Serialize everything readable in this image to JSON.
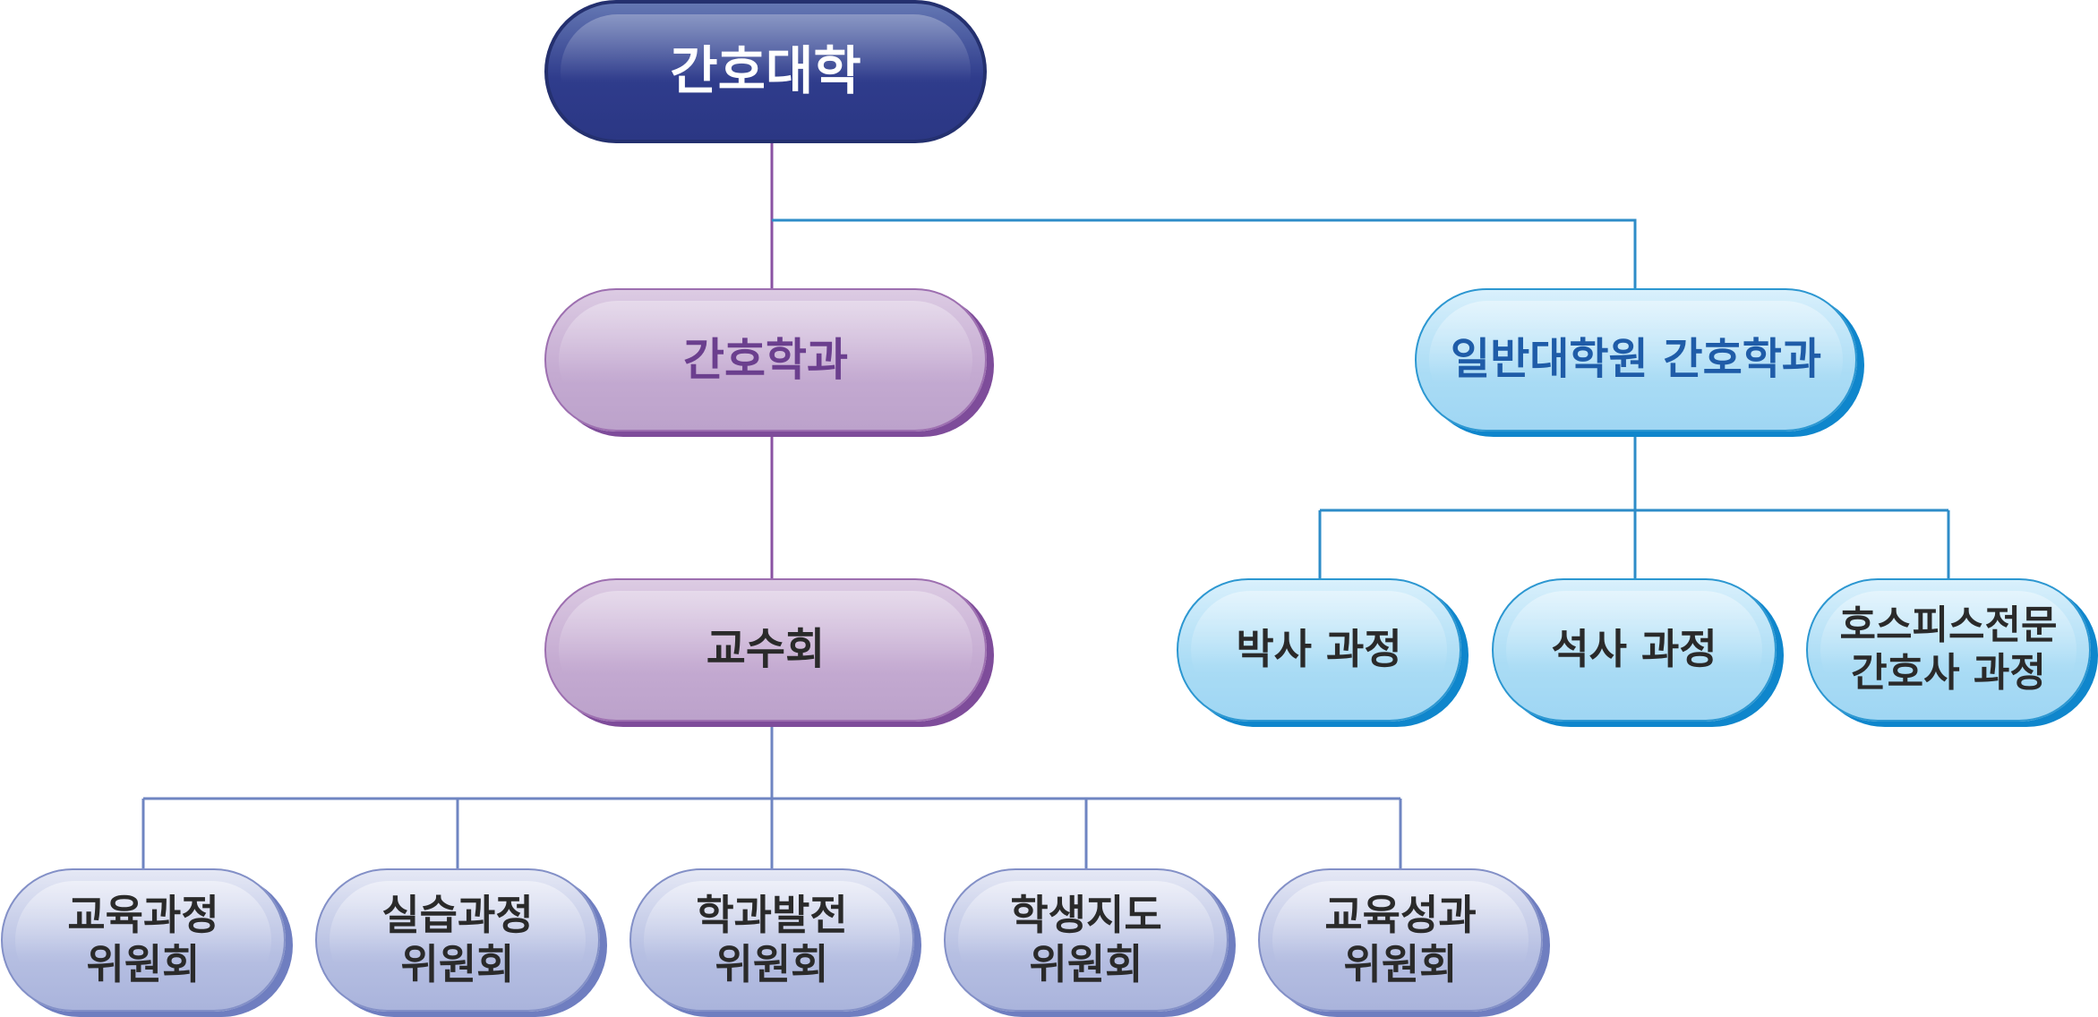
{
  "root": {
    "label": "간호대학"
  },
  "department": {
    "label": "간호학과"
  },
  "faculty_council": {
    "label": "교수회"
  },
  "graduate_school": {
    "label": "일반대학원 간호학과"
  },
  "graduate_programs": [
    {
      "label": "박사 과정"
    },
    {
      "label": "석사 과정"
    },
    {
      "label": "호스피스전문\n간호사 과정"
    }
  ],
  "committees": [
    {
      "label": "교육과정\n위원회"
    },
    {
      "label": "실습과정\n위원회"
    },
    {
      "label": "학과발전\n위원회"
    },
    {
      "label": "학생지도\n위원회"
    },
    {
      "label": "교육성과\n위원회"
    }
  ],
  "colors": {
    "root": "#2f3c8c",
    "department_text": "#6b3f8e",
    "graduate_text": "#1f5ca8",
    "purple_line": "#8a52a3",
    "blue_line": "#2e8cc8",
    "lavender_line": "#6f85c2"
  }
}
